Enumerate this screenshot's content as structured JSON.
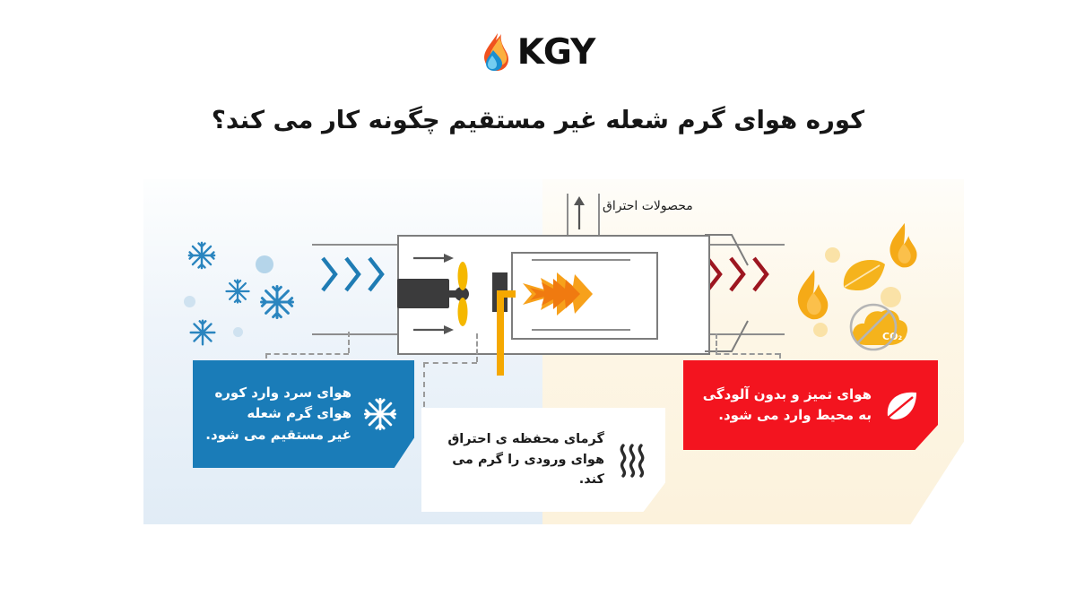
{
  "brand": {
    "name": "KGY",
    "logo_icon": "flame-droplet-icon",
    "flame_color": "#f05a22",
    "droplet_color": "#2196d6"
  },
  "header": {
    "title": "کوره هوای گرم شعله غیر مستقیم چگونه کار می کند؟"
  },
  "diagram": {
    "top_label": "محصولات احتراق",
    "exhaust_arrow_icon": "arrow-up-icon",
    "inlet_arrow_icon": "arrow-right-icon",
    "cold_zone_icons": [
      "snowflake-icon",
      "snowflake-icon",
      "snowflake-icon",
      "snowflake-icon"
    ],
    "cold_chevron_icon": "chevron-right-icon",
    "hot_chevron_icon": "chevron-right-icon",
    "hot_zone_icons": [
      "flame-icon",
      "flame-icon",
      "leaf-icon",
      "no-co2-icon"
    ],
    "motor_icon": "fan-motor-icon",
    "fan_icon": "fan-blade-icon",
    "burner_icon": "burner-icon",
    "flame_icon": "combustion-flame-icon",
    "colors": {
      "cold_zone": "#e1ecf6",
      "hot_zone": "#fcf2dc",
      "cold_accent": "#1f7cb4",
      "hot_accent": "#9d1620",
      "flame": "#f5a300",
      "motor": "#3b3b3c",
      "duct_line": "#7d7d7d"
    }
  },
  "callouts": [
    {
      "id": "cold-air-inlet",
      "icon": "snowflake-icon",
      "color": "#1a7cb8",
      "lines": [
        "هوای سرد وارد کوره",
        "هوای گرم شعله",
        "غیر مستقیم می شود."
      ]
    },
    {
      "id": "combustion-chamber-heat",
      "icon": "heat-waves-icon",
      "color": "#ffffff",
      "lines": [
        "گرمای محفظه ی احتراق",
        "هوای ورودی را گرم می کند."
      ]
    },
    {
      "id": "clean-air-output",
      "icon": "leaf-icon",
      "color": "#f3141f",
      "lines": [
        "هوای تمیز و بدون آلودگی",
        "به محیط وارد می شود."
      ]
    }
  ]
}
